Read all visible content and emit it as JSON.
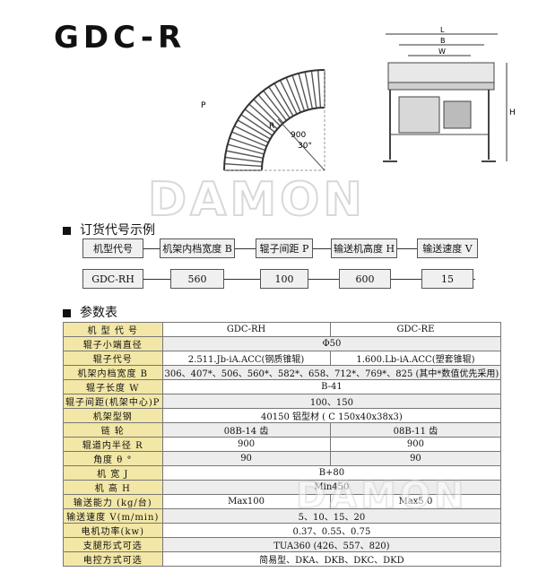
{
  "title": "GDC-R",
  "watermark": "DAMON",
  "drawing_labels": {
    "p": "P",
    "r": "R",
    "r900": "900",
    "d": "30°",
    "l": "L",
    "b": "B",
    "w": "W",
    "h": "H"
  },
  "order_section": {
    "heading": "订货代号示例",
    "labels": [
      "机型代号",
      "机架内档宽度 B",
      "辊子间距 P",
      "输送机高度 H",
      "输送速度 V"
    ],
    "values": [
      "GDC-RH",
      "560",
      "100",
      "600",
      "15"
    ]
  },
  "spec_section": {
    "heading": "参数表",
    "rows": [
      {
        "label": "机 型 代 号",
        "cells": [
          "GDC-RH",
          "GDC-RE"
        ]
      },
      {
        "label": "辊子小端直径",
        "cells": [
          "Φ50"
        ]
      },
      {
        "label": "辊子代号",
        "cells": [
          "2.511.Jb-iA.ACC(钢质锥辊)",
          "1.600.Lb-iA.ACC(塑套锥辊)"
        ]
      },
      {
        "label": "机架内档宽度 B",
        "cells": [
          "306、407*、506、560*、582*、658、712*、769*、825  (其中*数值优先采用)"
        ]
      },
      {
        "label": "辊子长度 W",
        "cells": [
          "B-41"
        ]
      },
      {
        "label": "辊子间距(机架中心)P",
        "cells": [
          "100、150"
        ]
      },
      {
        "label": "机架型钢",
        "cells": [
          "40150 铝型材 ( C 150x40x38x3)"
        ]
      },
      {
        "label": "链  轮",
        "cells": [
          "08B-14 齿",
          "08B-11 齿"
        ]
      },
      {
        "label": "辊道内半径 R",
        "cells": [
          "900",
          "900"
        ]
      },
      {
        "label": "角度 θ °",
        "cells": [
          "90",
          "90"
        ]
      },
      {
        "label": "机  宽 J",
        "cells": [
          "B+80"
        ]
      },
      {
        "label": "机  高 H",
        "cells": [
          "Min450"
        ]
      },
      {
        "label": "输送能力 (kg/台)",
        "cells": [
          "Max100",
          "Max5 0"
        ]
      },
      {
        "label": "输送速度 V(m/min)",
        "cells": [
          "5、10、15、20"
        ]
      },
      {
        "label": "电机功率(kw)",
        "cells": [
          "0.37、0.55、0.75"
        ]
      },
      {
        "label": "支腿形式可选",
        "cells": [
          "TUA360 (426、557、820)"
        ]
      },
      {
        "label": "电控方式可选",
        "cells": [
          "简易型、DKA、DKB、DKC、DKD"
        ]
      }
    ]
  }
}
